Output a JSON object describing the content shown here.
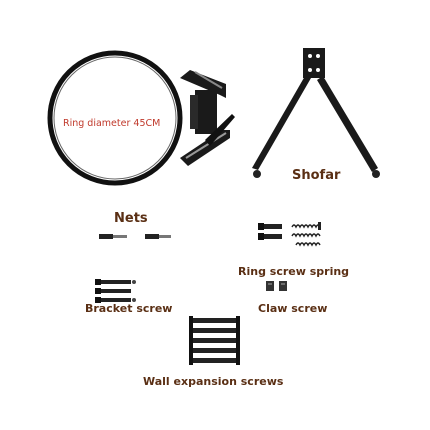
{
  "labels": {
    "ring_diameter": "Ring diameter 45CM",
    "shofar": "Shofar",
    "nets": "Nets",
    "ring_screw_spring": "Ring screw spring",
    "bracket_screw": "Bracket screw",
    "claw_screw": "Claw screw",
    "wall_expansion_screws": "Wall expansion screws"
  },
  "colors": {
    "label_brown": "#5a2f14",
    "ring_label_red": "#c0392b",
    "hardware_dark": "#1a1a1a"
  }
}
